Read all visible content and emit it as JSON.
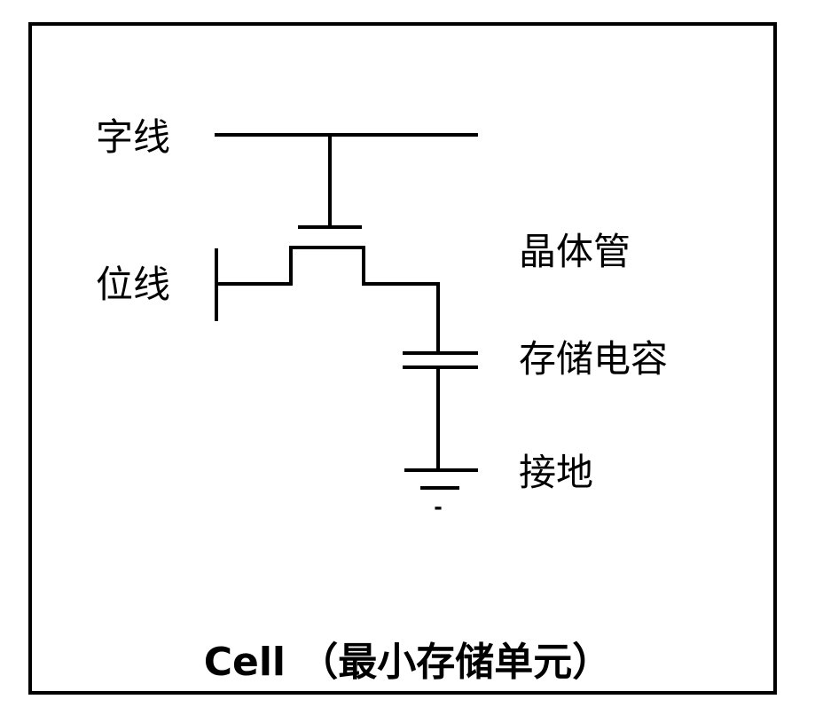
{
  "labels": {
    "word_line": "字线",
    "bit_line": "位线",
    "transistor": "晶体管",
    "capacitor": "存储电容",
    "ground": "接地",
    "ground_mark": "-"
  },
  "caption": "Cell （最小存储单元）",
  "colors": {
    "line": "#000000",
    "background": "#ffffff"
  }
}
